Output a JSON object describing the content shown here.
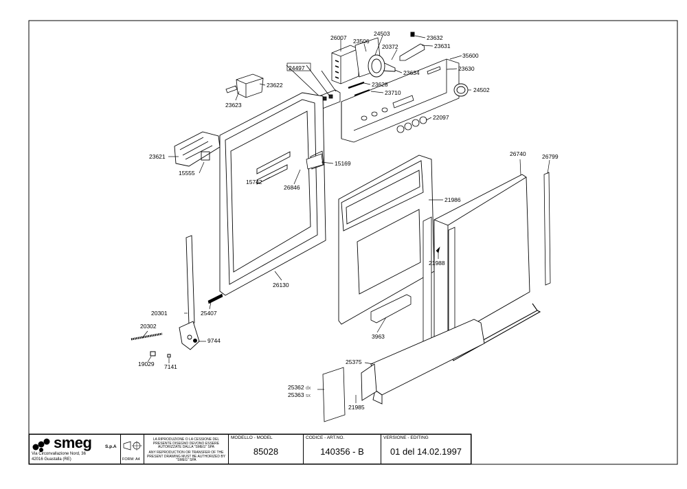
{
  "parts": {
    "p26007": "26007",
    "p24503": "24503",
    "p23632": "23632",
    "p23506": "23506",
    "p20372": "20372",
    "p23631": "23631",
    "p35600": "35600",
    "p24497": "24497",
    "p23634": "23634",
    "p23630": "23630",
    "p23622": "23622",
    "p23628": "23628",
    "p24502": "24502",
    "p23710": "23710",
    "p23623": "23623",
    "p22097": "22097",
    "p23621": "23621",
    "p26740": "26740",
    "p26799": "26799",
    "p15169": "15169",
    "p15555": "15555",
    "p15742": "15742",
    "p26846": "26846",
    "p21986": "21986",
    "p21988": "21988",
    "p26130": "26130",
    "p20301": "20301",
    "p25407": "25407",
    "p3963": "3963",
    "p20302": "20302",
    "p9744": "9744",
    "p19029": "19029",
    "p7141": "7141",
    "p25375": "25375",
    "p25362": "25362",
    "p25362_side": "dx",
    "p25363": "25363",
    "p25363_side": "sx",
    "p21985": "21985"
  },
  "title_block": {
    "brand": "smeg",
    "brand_suffix": "S.p.A",
    "address_line1": "Via Circonvallazione Nord, 36",
    "address_line2": "42016  Guastalla (RE)",
    "form_label": "FORM: A4",
    "legal_it": "LA RIPRODUZIONE O LA CESSIONE DEL PRESENTE DISEGNO DEVONO ESSERE AUTORIZZATE DALLA \"SMEG\" SPA",
    "legal_en": "ANY REPRODUCTION OR TRANSFER OF THE PRESENT DRAWING MUST BE AUTHORIZED BY \"SMEG\" SPA",
    "model_header": "MODELLO - MODEL",
    "model_value": "85028",
    "code_header": "CODICE - ART.NO.",
    "code_value": "140356 - B",
    "version_header": "VERSIONE - EDITING",
    "version_value": "01 del 14.02.1997"
  }
}
